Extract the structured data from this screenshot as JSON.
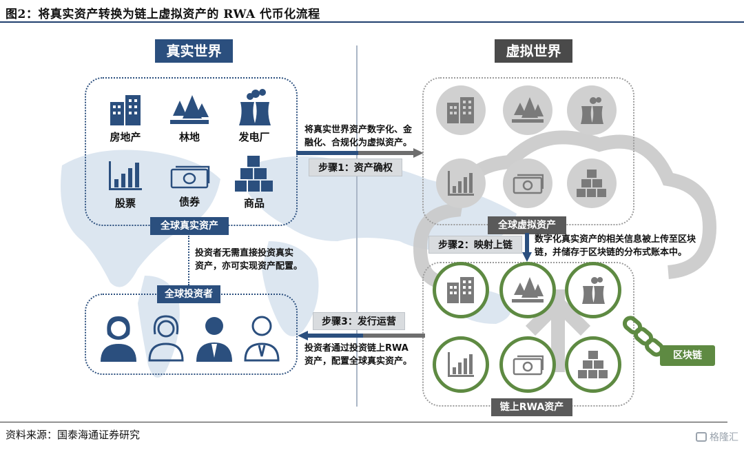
{
  "title": "图2：将真实资产转换为链上虚拟资产的 RWA 代币化流程",
  "source": "资料来源：国泰海通证券研究",
  "watermark": "格隆汇",
  "real_world": {
    "header": "真实世界",
    "assets": [
      "房地产",
      "林地",
      "发电厂",
      "股票",
      "债券",
      "商品"
    ],
    "assets_pill": "全球真实资产",
    "investors_pill": "全球投资者",
    "investor_note": [
      "投资者无需直接投资真实",
      "资产，亦可实现资产配置。"
    ]
  },
  "virtual_world": {
    "header": "虚拟世界",
    "virtual_pill": "全球虚拟资产",
    "rwa_pill": "链上RWA资产",
    "blockchain_label": "区块链",
    "step2_note": [
      "数字化真实资产的相关信息被上传至区块",
      "链，并储存于区块链的分布式账本中。"
    ]
  },
  "steps": {
    "step1_label": "步骤1：资产确权",
    "step1_note": [
      "将真实世界资产数字化、金",
      "融化、合规化为虚拟资产。"
    ],
    "step2_label": "步骤2：映射上链",
    "step3_label": "步骤3：发行运营",
    "step3_note": [
      "投资者通过投资链上RWA",
      "资产，配置全球真实资产。"
    ]
  },
  "colors": {
    "navy": "#2b4f7e",
    "grey": "#5a5a5a",
    "green": "#5e8a42"
  }
}
